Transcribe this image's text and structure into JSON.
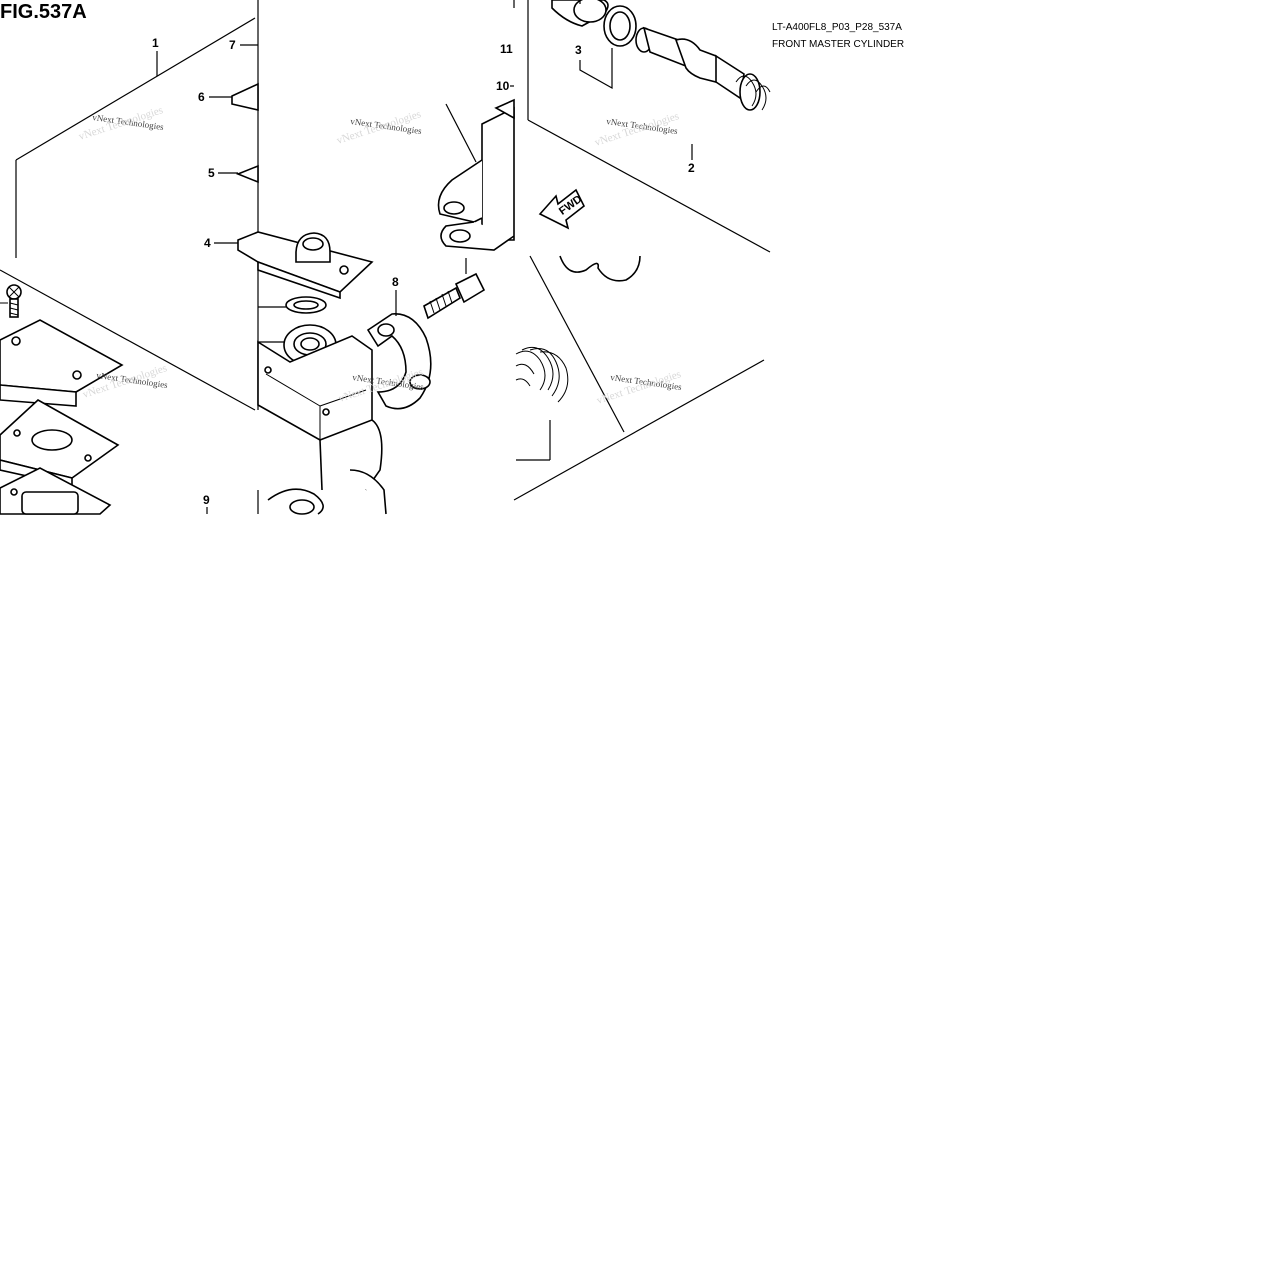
{
  "figure": {
    "title": "FIG.537A",
    "code": "LT-A400FL8_P03_P28_537A",
    "name": "FRONT MASTER CYLINDER"
  },
  "callouts": [
    "1",
    "2",
    "3",
    "4",
    "5",
    "6",
    "7",
    "8",
    "9",
    "10",
    "11"
  ],
  "direction_label": "FWD",
  "watermark": "vNext Technologies",
  "colors": {
    "ink": "#000000",
    "background": "#ffffff"
  }
}
